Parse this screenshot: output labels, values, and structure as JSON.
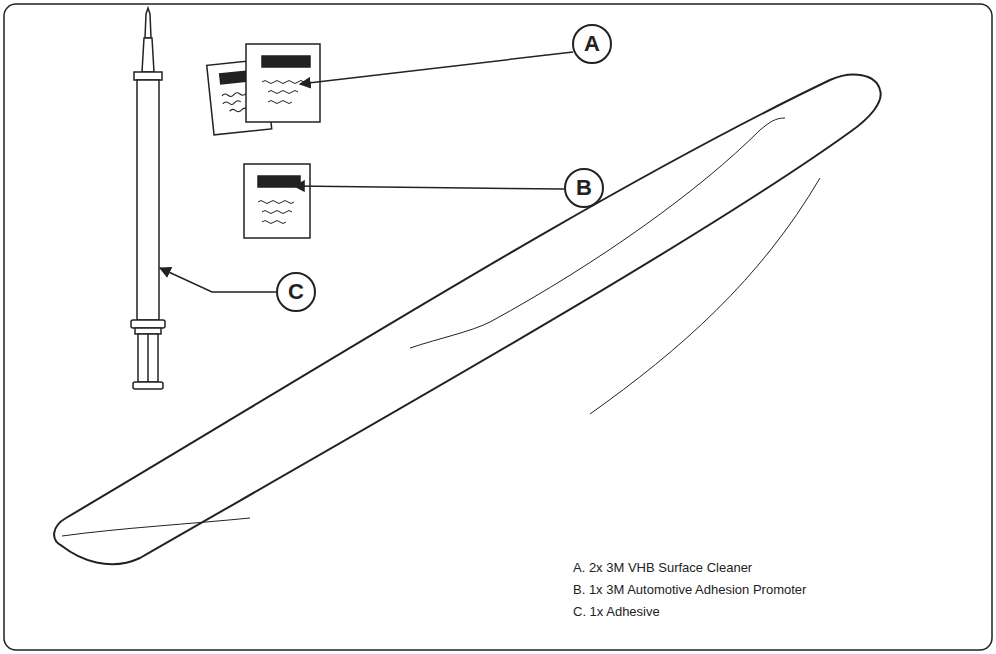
{
  "diagram": {
    "nodes": [
      {
        "text": [
          "A"
        ]
      },
      {
        "text": [
          "B"
        ]
      },
      {
        "text": [
          "C"
        ]
      }
    ],
    "labels": [
      "A. 2x 3M VHB Surface Cleaner",
      "B. 1x 3M Automotive Adhesion Promoter",
      "C. 1x Adhesive"
    ]
  }
}
